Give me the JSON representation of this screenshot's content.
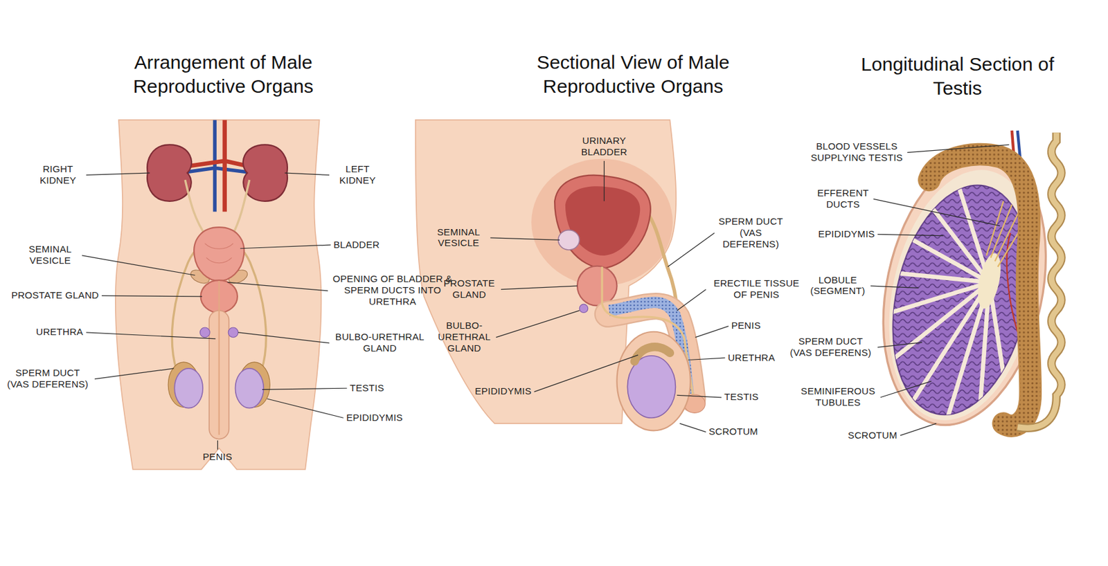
{
  "diagram": {
    "labels": [
      "Arrangement of Male Reproductive Organs",
      "RIGHT KIDNEY",
      "LEFT KIDNEY",
      "SEMINAL VESICLE",
      "BLADDER",
      "PROSTATE GLAND",
      "OPENING OF BLADDER & SPERM DUCTS INTO URETHRA",
      "URETHRA",
      "BULBO-URETHRAL GLAND",
      "SPERM DUCT (VAS DEFERENS)",
      "TESTIS",
      "EPIDIDYMIS",
      "PENIS",
      "Sectional View of Male Reproductive Organs",
      "URINARY BLADDER",
      "SEMINAL VESICLE",
      "SPERM DUCT (VAS DEFERENS)",
      "PROSTATE GLAND",
      "ERECTILE TISSUE OF PENIS",
      "BULBO- URETHRAL GLAND",
      "PENIS",
      "URETHRA",
      "EPIDIDYMIS",
      "TESTIS",
      "SCROTUM",
      "Longitudinal Section of Testis",
      "BLOOD VESSELS SUPPLYING TESTIS",
      "EFFERENT DUCTS",
      "EPIDIDYMIS",
      "LOBULE (SEGMENT)",
      "SPERM DUCT (VAS DEFERENS)",
      "SEMINIFEROUS TUBULES",
      "SCROTUM"
    ]
  }
}
